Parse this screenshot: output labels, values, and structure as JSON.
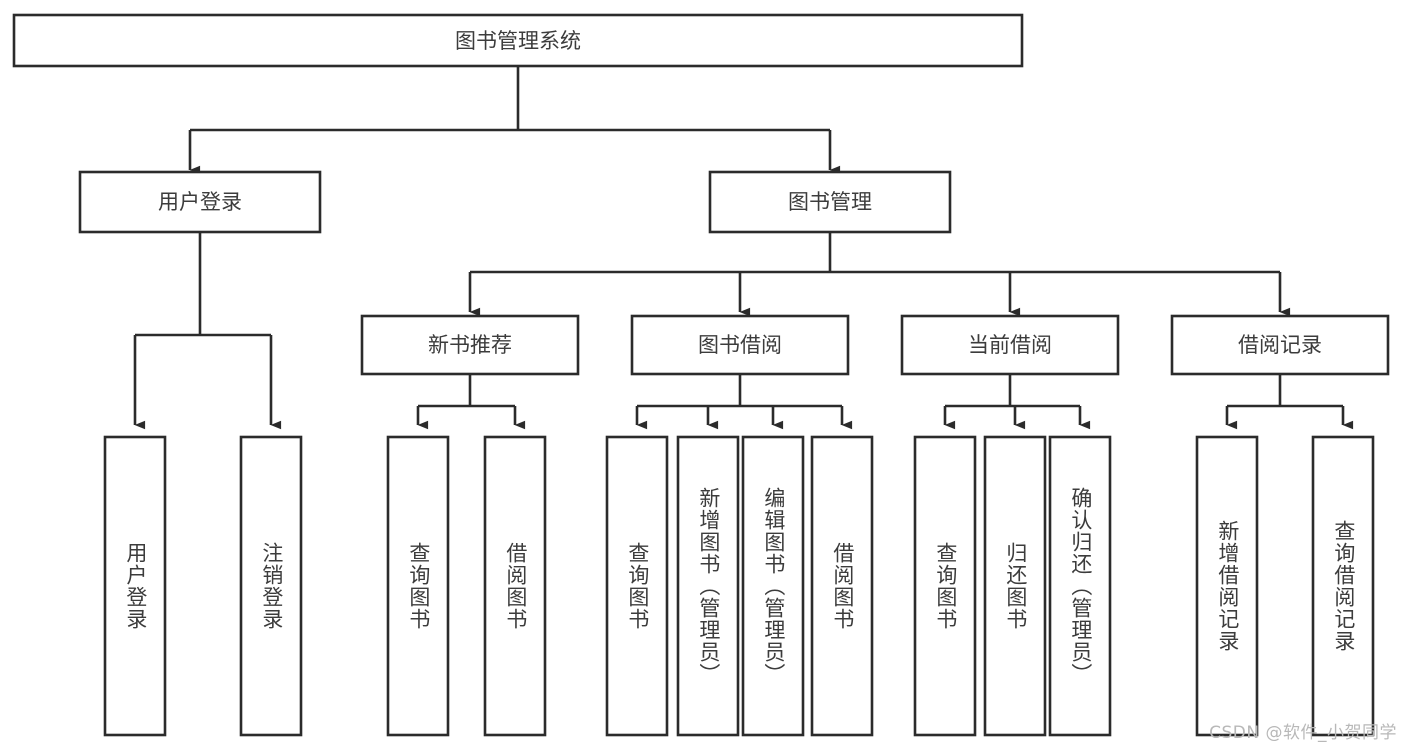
{
  "diagram": {
    "type": "hierarchy-tree",
    "title": "图书管理系统",
    "orientation": "top-down",
    "watermark": "CSDN @软件_小贺同学",
    "colors": {
      "box_stroke": "#2b2b2b",
      "box_fill": "#ffffff",
      "text": "#3c3c3c",
      "connector": "#2b2b2b",
      "watermark": "#b8b8b8",
      "background": "#ffffff"
    },
    "root": {
      "label": "图书管理系统"
    },
    "level2": [
      {
        "label": "用户登录"
      },
      {
        "label": "图书管理"
      }
    ],
    "level3": [
      {
        "label": "新书推荐"
      },
      {
        "label": "图书借阅"
      },
      {
        "label": "当前借阅"
      },
      {
        "label": "借阅记录"
      }
    ],
    "leaves_user_login": [
      {
        "label": "用户登录"
      },
      {
        "label": "注销登录"
      }
    ],
    "leaves_new_book": [
      {
        "label": "查询图书"
      },
      {
        "label": "借阅图书"
      }
    ],
    "leaves_borrow": [
      {
        "label": "查询图书"
      },
      {
        "label": "新增图书（管理员）"
      },
      {
        "label": "编辑图书（管理员）"
      },
      {
        "label": "借阅图书"
      }
    ],
    "leaves_current": [
      {
        "label": "查询图书"
      },
      {
        "label": "归还图书"
      },
      {
        "label": "确认归还（管理员）"
      }
    ],
    "leaves_records": [
      {
        "label": "新增借阅记录"
      },
      {
        "label": "查询借阅记录"
      }
    ]
  }
}
